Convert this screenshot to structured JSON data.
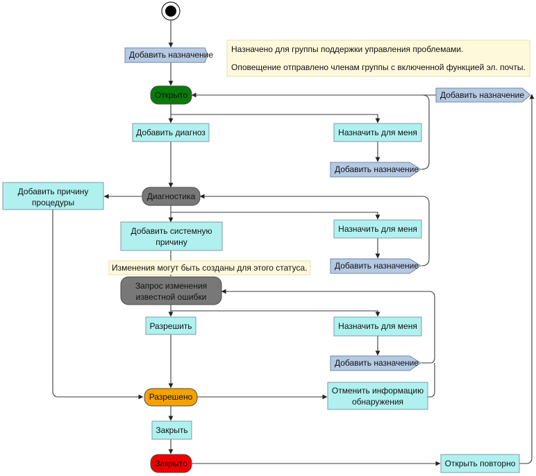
{
  "start": {
    "icon": "start-node-icon"
  },
  "states": {
    "open": {
      "label": "Открыто",
      "color": "#0a7a0a",
      "text_color": "#ffffff"
    },
    "diagnostics": {
      "label": "Диагностика",
      "color": "#787878",
      "text_color": "#111111"
    },
    "known_error": {
      "line1": "Запрос изменения",
      "line2": "известной ошибки",
      "color": "#787878",
      "text_color": "#111111"
    },
    "resolved": {
      "label": "Разрешено",
      "color": "#f5a100",
      "text_color": "#111111"
    },
    "closed": {
      "label": "Закрыто",
      "color": "#ee0000",
      "text_color": "#111111"
    }
  },
  "actions": {
    "add_assignment_top": "Добавить назначение",
    "add_assignment_right": "Добавить назначение",
    "add_assignment_1": "Добавить назначение",
    "add_assignment_2": "Добавить назначение",
    "add_assignment_3": "Добавить назначение",
    "add_diagnosis": "Добавить диагноз",
    "assign_to_me_1": "Назначить для меня",
    "assign_to_me_2": "Назначить для меня",
    "assign_to_me_3": "Назначить для меня",
    "add_procedure_cause_line1": "Добавить причину",
    "add_procedure_cause_line2": "процедуры",
    "add_system_cause_line1": "Добавить системную",
    "add_system_cause_line2": "причину",
    "resolve": "Разрешить",
    "cancel_detection_line1": "Отменить информацию",
    "cancel_detection_line2": "обнаружения",
    "close": "Закрыть",
    "reopen": "Открыть повторно"
  },
  "notes": {
    "assigned_line1": "Назначено для группы поддержки управления проблемами.",
    "assigned_line2": "Оповещение отправлено членам группы с включенной функцией эл. почты.",
    "changes": "Изменения могут быть созданы для этого статуса."
  },
  "colors": {
    "action_fill": "#b0f1f0",
    "flag_fill": "#b5c9e3",
    "note_fill": "#fff9dc",
    "edge": "#3a3a3a"
  }
}
